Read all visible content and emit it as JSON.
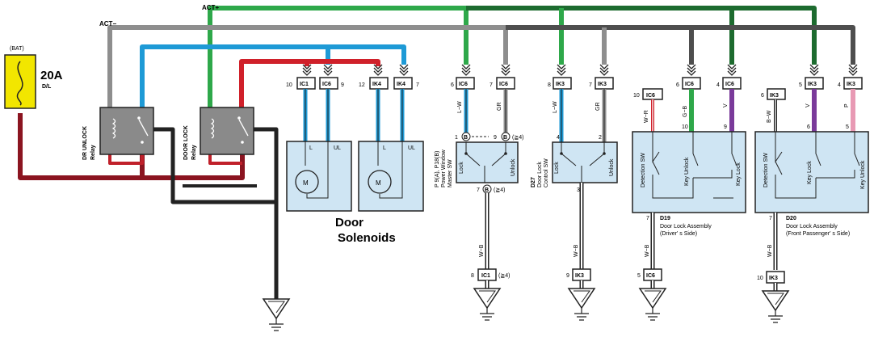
{
  "fuse": {
    "label": "(BAT)",
    "rating": "20A",
    "name": "D/L"
  },
  "buses": {
    "act_minus": "ACT−",
    "act_plus": "ACT+"
  },
  "relays": {
    "unlock": {
      "name": "DR UNLOCK",
      "sub": "Relay"
    },
    "lock": {
      "name": "DOOR LOCK",
      "sub": "Relay"
    }
  },
  "solenoids": {
    "title_line1": "Door",
    "title_line2": "Solenoids",
    "left": {
      "pins": [
        "10",
        "9"
      ],
      "conns": [
        "IC1",
        "IC6"
      ],
      "terms": [
        "L",
        "UL"
      ],
      "motor": "M"
    },
    "right": {
      "pins": [
        "12",
        "7"
      ],
      "conns": [
        "IK4",
        "IK4"
      ],
      "terms": [
        "L",
        "UL"
      ],
      "motor": "M"
    }
  },
  "master_sw": {
    "top_pins": [
      "6",
      "7"
    ],
    "top_conns": [
      "IC6",
      "IC6"
    ],
    "wire1": "L−W",
    "wire2": "GR",
    "pin1": "1",
    "pin9": "9",
    "conn_b": "B",
    "note": "(≧4)",
    "title_lines": [
      "P 9(A), P18(B)",
      "Power Window",
      "Master SW"
    ],
    "lock": "Lock",
    "unlock": "Unlock",
    "pin7": "7",
    "note2": "(≧4)",
    "wire_bottom": "W−B",
    "bot_pin": "8",
    "bot_conn": "IC1",
    "bot_note": "(≧4)"
  },
  "control_sw": {
    "top_pins": [
      "8",
      "7"
    ],
    "top_conns": [
      "IK3",
      "IK3"
    ],
    "wire1": "L−W",
    "wire2": "GR",
    "pin4": "4",
    "pin2": "2",
    "pin3": "3",
    "title_lines": [
      "D27",
      "Door Lock",
      "Control SW"
    ],
    "lock": "Lock",
    "unlock": "Unlock",
    "wire_bottom": "W−B",
    "bot_pin": "9",
    "bot_conn": "IK3"
  },
  "d19": {
    "top_pins": [
      "10",
      "6",
      "4"
    ],
    "top_conns": [
      "IC6",
      "IC6",
      "IC6"
    ],
    "wires": [
      "W−R",
      "G−B",
      "V"
    ],
    "inner_pins": [
      "10",
      "9"
    ],
    "sw": [
      "Detection SW",
      "Key Unlock",
      "Key Lock"
    ],
    "pin_bottom": "7",
    "code": "D19",
    "title_lines": [
      "Door Lock Assembly",
      "(Driver' s Side)"
    ],
    "wire_bottom": "W−B",
    "bot_pin": "5",
    "bot_conn": "IC6"
  },
  "d20": {
    "top_pins": [
      "6",
      "5",
      "4"
    ],
    "top_conns": [
      "IK3",
      "IK3",
      "IK3"
    ],
    "wires": [
      "B−W",
      "V",
      "P"
    ],
    "inner_pins": [
      "6",
      "5"
    ],
    "sw": [
      "Detection SW",
      "Key Lock",
      "Key Unlock"
    ],
    "pin_bottom": "7",
    "code": "D20",
    "title_lines": [
      "Door Lock Assembly",
      "(Front Passenger' s Side)"
    ],
    "wire_bottom": "W−B",
    "bot_pin": "10",
    "bot_conn": "IK3"
  },
  "colors": {
    "green": "#2ea84a",
    "dkgreen": "#1d6b2f",
    "gray": "#8e8e8e",
    "dkgray": "#4e4e4e",
    "blue": "#1e9ad6",
    "red": "#d0202a",
    "dkred": "#8b1420",
    "purple": "#7a3a9a",
    "pink": "#e89ab4",
    "comp": "#cfe5f3",
    "fuse": "#f2e600",
    "black": "#222222"
  }
}
